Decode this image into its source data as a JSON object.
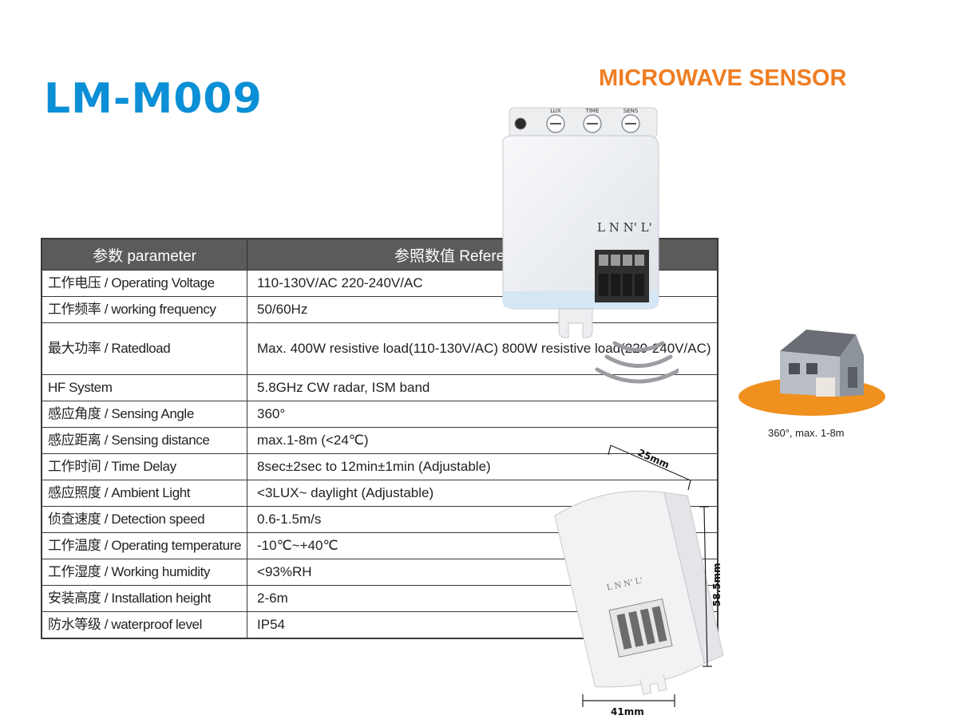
{
  "title": "LM-M009",
  "subtitle": "MICROWAVE SENSOR",
  "table": {
    "headers": [
      "参数  parameter",
      "参照数值  Reference value"
    ],
    "rows": [
      {
        "param": "工作电压 / Operating Voltage",
        "value": "110-130V/AC  220-240V/AC"
      },
      {
        "param": "工作频率 / working frequency",
        "value": "50/60Hz"
      },
      {
        "param": "最大功率 / Ratedload",
        "value": "Max. 400W resistive load(110-130V/AC)\n        800W resistive load(220-240V/AC)"
      },
      {
        "param": "HF System",
        "value": "5.8GHz CW radar, ISM band"
      },
      {
        "param": "感应角度 / Sensing Angle",
        "value": "360°"
      },
      {
        "param": "感应距离 / Sensing distance",
        "value": "max.1-8m (<24℃)"
      },
      {
        "param": "工作时间 / Time Delay",
        "value": "8sec±2sec to 12min±1min (Adjustable)"
      },
      {
        "param": "感应照度 / Ambient Light",
        "value": "<3LUX~ daylight (Adjustable)"
      },
      {
        "param": "侦查速度 / Detection speed",
        "value": "0.6-1.5m/s"
      },
      {
        "param": "工作温度 / Operating temperature",
        "value": "-10℃~+40℃"
      },
      {
        "param": "工作湿度 / Working humidity",
        "value": "<93%RH"
      },
      {
        "param": "安装高度 / Installation height",
        "value": "2-6m"
      },
      {
        "param": "防水等级 / waterproof level",
        "value": "IP54"
      }
    ]
  },
  "device": {
    "knob_labels": [
      "LUX",
      "TIME",
      "SENS"
    ],
    "terminal_label": "L N N' L'"
  },
  "house_caption": "360°, max. 1-8m",
  "dimensions": {
    "width": "25mm",
    "height": "58.5mm",
    "bottom": "41mm",
    "side_label": "L N N' L'"
  },
  "colors": {
    "title": "#0b8fd6",
    "subtitle": "#ef7d22",
    "header_bg": "#5b5b5b",
    "floor": "#f0901e"
  }
}
